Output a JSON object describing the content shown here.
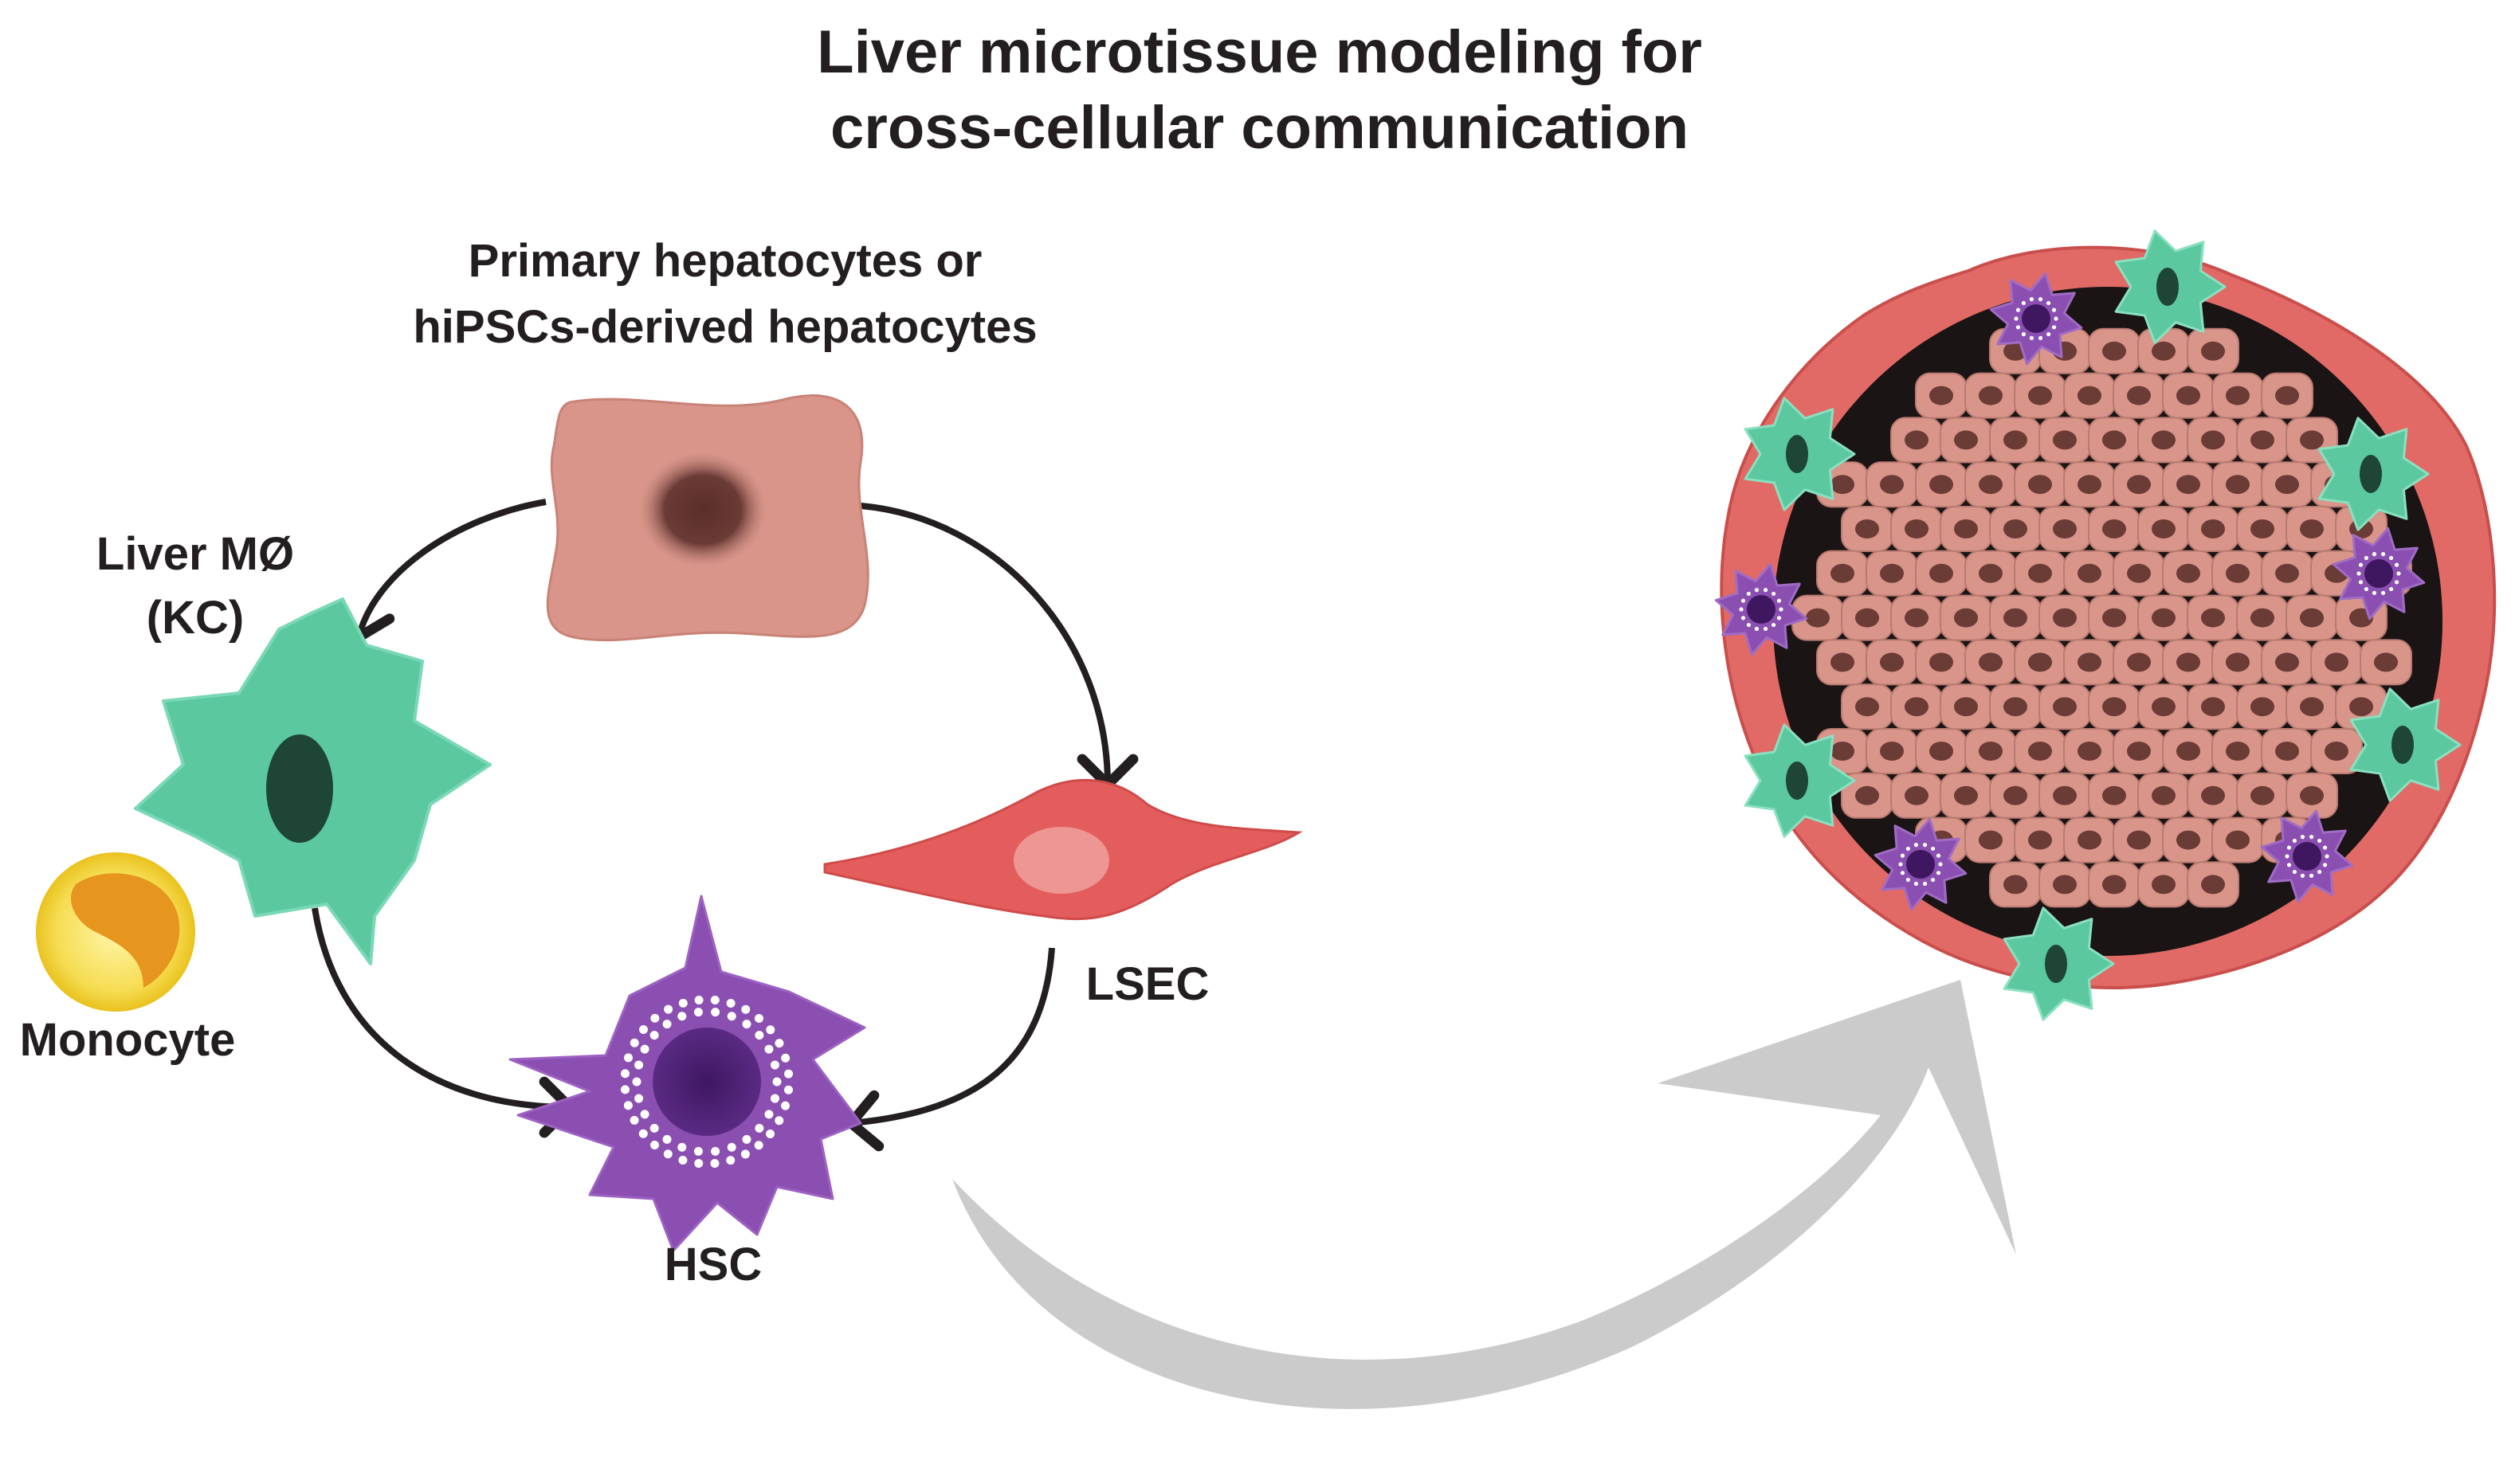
{
  "title": {
    "line1": "Liver microtissue modeling for",
    "line2": "cross-cellular communication"
  },
  "labels": {
    "hepatocytes_line1": "Primary hepatocytes or",
    "hepatocytes_line2": "hiPSCs-derived hepatocytes",
    "macrophage_line1": "Liver MØ",
    "macrophage_line2": "(KC)",
    "monocyte": "Monocyte",
    "lsec": "LSEC",
    "hsc": "HSC"
  },
  "colors": {
    "hepatocyte": "#d9958a",
    "hepatocyte_nucleus": "#6b3b36",
    "macrophage": "#5cc8a0",
    "macrophage_nucleus": "#1f4536",
    "monocyte": "#f4d64a",
    "monocyte_nucleus": "#e6951f",
    "lsec": "#e25d5c",
    "hsc": "#8a4fb0",
    "hsc_nucleus": "#4a1f6e",
    "big_arrow": "#c9c9c9",
    "arrows": "#231f20",
    "microtissue_bg": "#1a1415"
  }
}
